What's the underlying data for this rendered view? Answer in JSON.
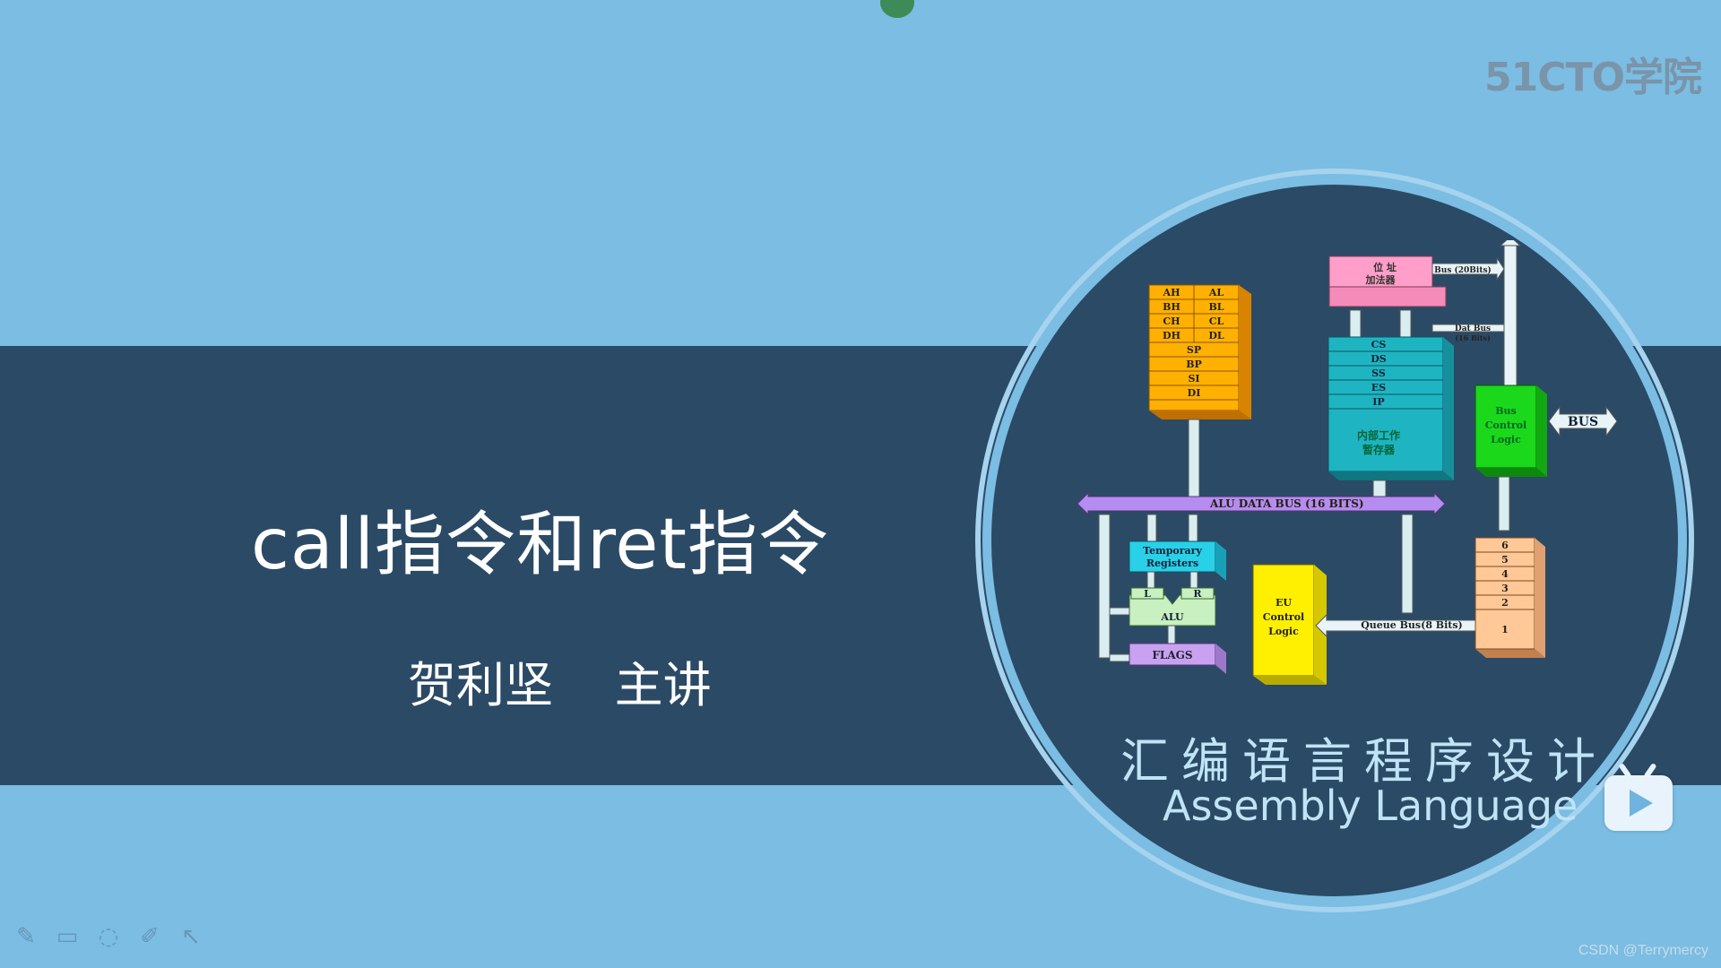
{
  "slide": {
    "title": "call指令和ret指令",
    "subtitle": "贺利坚    主讲",
    "logo_text": "51CTO学院",
    "watermark": "CSDN @Terrymercy"
  },
  "course": {
    "cn_title": "汇编语言程序设计",
    "en_title": "Assembly Language"
  },
  "diagram": {
    "general_registers": [
      [
        "AH",
        "AL"
      ],
      [
        "BH",
        "BL"
      ],
      [
        "CH",
        "CL"
      ],
      [
        "DH",
        "DL"
      ]
    ],
    "pointer_registers": [
      "SP",
      "BP",
      "SI",
      "DI"
    ],
    "address_adder": [
      "位  址",
      "加法器"
    ],
    "segment_registers": [
      "CS",
      "DS",
      "SS",
      "ES",
      "IP"
    ],
    "internal_regs": [
      "内部工作",
      "暂存器"
    ],
    "bus_20": "Bus (20Bits)",
    "data_bus": [
      "Dat Bus",
      "(16 Bits)"
    ],
    "bus_control": [
      "Bus",
      "Control",
      "Logic"
    ],
    "bus_label": "BUS",
    "alu_bus": "ALU DATA BUS (16 BITS)",
    "temp_regs": [
      "Temporary",
      "Registers"
    ],
    "alu_l": "L",
    "alu_r": "R",
    "alu": "ALU",
    "flags": "FLAGS",
    "eu_control": [
      "EU",
      "Control",
      "Logic"
    ],
    "queue_bus": "Queue  Bus(8 Bits)",
    "queue": [
      "6",
      "5",
      "4",
      "3",
      "2",
      "1"
    ]
  },
  "icons": {
    "tools": [
      "pen-icon",
      "screen-icon",
      "eraser-icon",
      "highlighter-icon",
      "pointer-icon"
    ],
    "colors": {
      "background": "#7bbde3",
      "band": "#2b4a66",
      "accent": "#bfe4f6"
    }
  }
}
